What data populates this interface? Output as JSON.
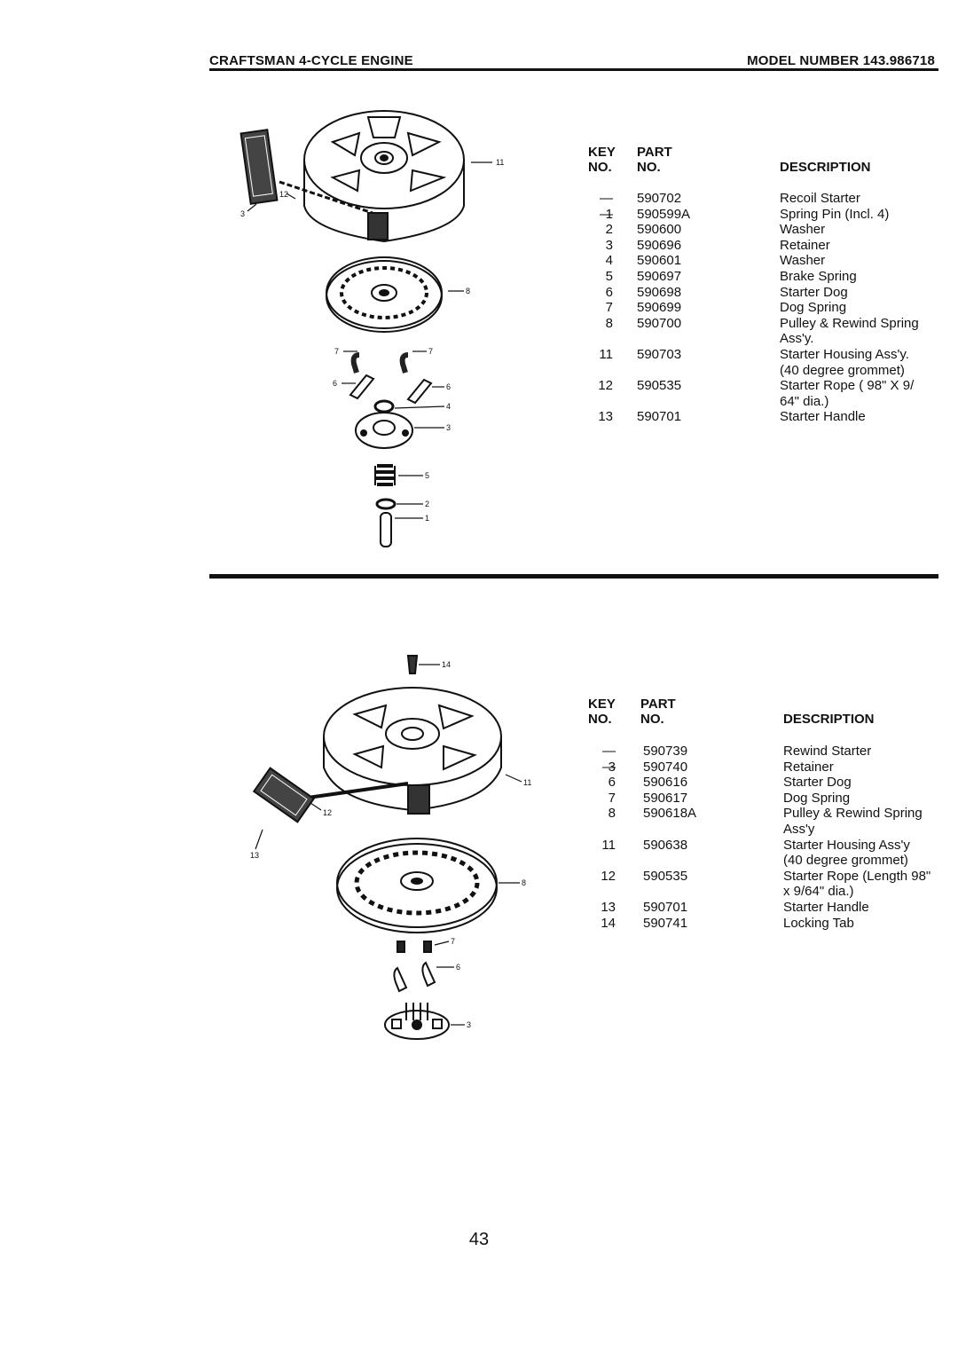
{
  "header": {
    "left": "CRAFTSMAN 4-CYCLE ENGINE",
    "right": "MODEL NUMBER 143.986718"
  },
  "table1": {
    "col_key_1": "KEY",
    "col_key_2": "NO.",
    "col_part_1": "PART",
    "col_part_2": "NO.",
    "col_desc": "DESCRIPTION",
    "rows": [
      {
        "key": "— —",
        "part": "590702",
        "desc": "Recoil Starter"
      },
      {
        "key": "1",
        "part": "590599A",
        "desc": "Spring Pin (Incl. 4)"
      },
      {
        "key": "2",
        "part": "590600",
        "desc": "Washer"
      },
      {
        "key": "3",
        "part": "590696",
        "desc": "Retainer"
      },
      {
        "key": "4",
        "part": "590601",
        "desc": "Washer"
      },
      {
        "key": "5",
        "part": "590697",
        "desc": "Brake Spring"
      },
      {
        "key": "6",
        "part": "590698",
        "desc": "Starter Dog"
      },
      {
        "key": "7",
        "part": "590699",
        "desc": "Dog Spring"
      },
      {
        "key": "8",
        "part": "590700",
        "desc": "Pulley & Rewind Spring"
      },
      {
        "key": "",
        "part": "",
        "desc": "Ass'y."
      },
      {
        "key": "11",
        "part": "590703",
        "desc": "Starter Housing Ass'y."
      },
      {
        "key": "",
        "part": "",
        "desc": "(40 degree grommet)"
      },
      {
        "key": "12",
        "part": "590535",
        "desc": "Starter Rope ( 98\" X 9/"
      },
      {
        "key": "",
        "part": "",
        "desc": "64\" dia.)"
      },
      {
        "key": "13",
        "part": "590701",
        "desc": "Starter Handle"
      }
    ]
  },
  "table2": {
    "col_key_1": "KEY",
    "col_key_2": "NO.",
    "col_part_1": "PART",
    "col_part_2": "NO.",
    "col_desc": "DESCRIPTION",
    "rows": [
      {
        "key": "— —",
        "part": "590739",
        "desc": "Rewind Starter"
      },
      {
        "key": "3",
        "part": "590740",
        "desc": "Retainer"
      },
      {
        "key": "6",
        "part": "590616",
        "desc": "Starter Dog"
      },
      {
        "key": "7",
        "part": "590617",
        "desc": "Dog Spring"
      },
      {
        "key": "8",
        "part": "590618A",
        "desc": "Pulley & Rewind Spring"
      },
      {
        "key": "",
        "part": "",
        "desc": "Ass'y"
      },
      {
        "key": "11",
        "part": "590638",
        "desc": "Starter Housing Ass'y"
      },
      {
        "key": "",
        "part": "",
        "desc": "(40 degree grommet)"
      },
      {
        "key": "12",
        "part": "590535",
        "desc": "Starter Rope (Length 98\""
      },
      {
        "key": "",
        "part": "",
        "desc": "x 9/64\" dia.)"
      },
      {
        "key": "13",
        "part": "590701",
        "desc": "Starter Handle"
      },
      {
        "key": "14",
        "part": "590741",
        "desc": "Locking Tab"
      }
    ]
  },
  "figure1_callouts": [
    "11",
    "12",
    "3",
    "8",
    "7",
    "7",
    "6",
    "6",
    "4",
    "3",
    "5",
    "2",
    "1"
  ],
  "figure2_callouts": [
    "14",
    "11",
    "12",
    "13",
    "8",
    "7",
    "6",
    "3"
  ],
  "page_number": "43"
}
